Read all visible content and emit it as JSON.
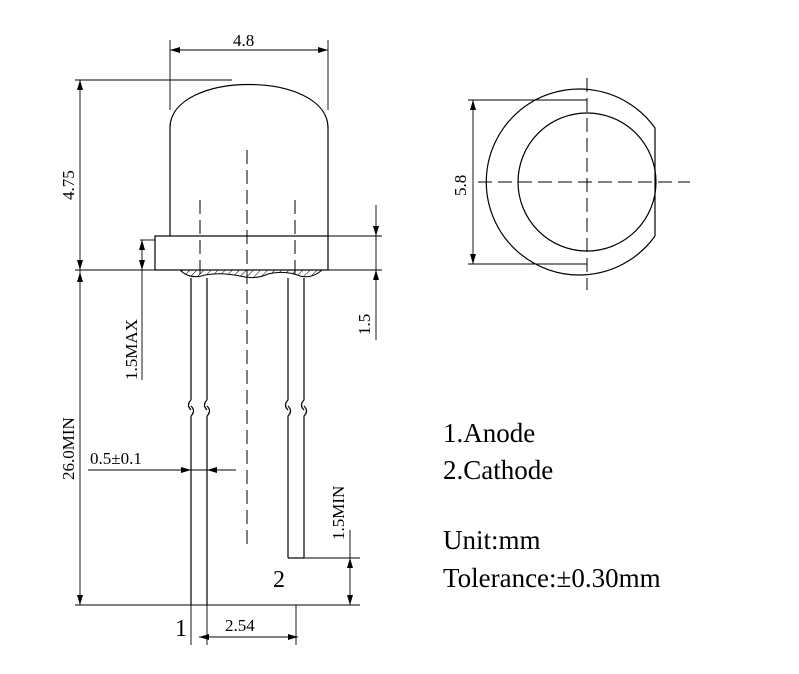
{
  "dimensions": {
    "top_width": "4.8",
    "lens_height": "4.75",
    "flange_diameter": "5.8",
    "flange_height": "1.5",
    "standoff_max": "1.5MAX",
    "lead_length_min": "26.0MIN",
    "lead_width": "0.5±0.1",
    "cathode_short_min": "1.5MIN",
    "lead_pitch": "2.54"
  },
  "pin_labels": {
    "pin1": "1",
    "pin2": "2"
  },
  "legend": {
    "anode": "1.Anode",
    "cathode": "2.Cathode",
    "unit": "Unit:mm",
    "tolerance": "Tolerance:±0.30mm"
  }
}
